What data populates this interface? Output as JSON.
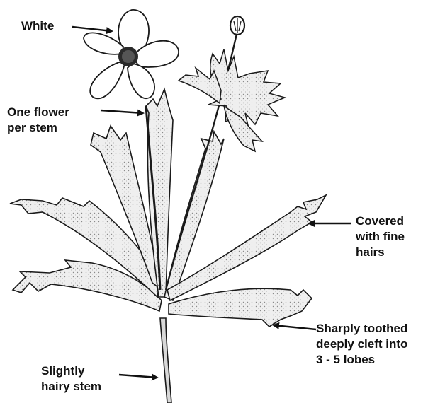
{
  "labels": {
    "white": {
      "lines": [
        "White"
      ]
    },
    "one_flower": {
      "lines": [
        "One flower",
        "per stem"
      ]
    },
    "covered": {
      "lines": [
        "Covered",
        "with fine",
        "hairs"
      ]
    },
    "toothed": {
      "lines": [
        "Sharply toothed",
        "deeply cleft into",
        "3 - 5 lobes"
      ]
    },
    "hairy_stem": {
      "lines": [
        "Slightly",
        "hairy stem"
      ]
    }
  },
  "colors": {
    "ink": "#111111",
    "leaf_fill": "#ececec",
    "leaf_stroke": "#1a1a1a",
    "background": "#ffffff"
  }
}
